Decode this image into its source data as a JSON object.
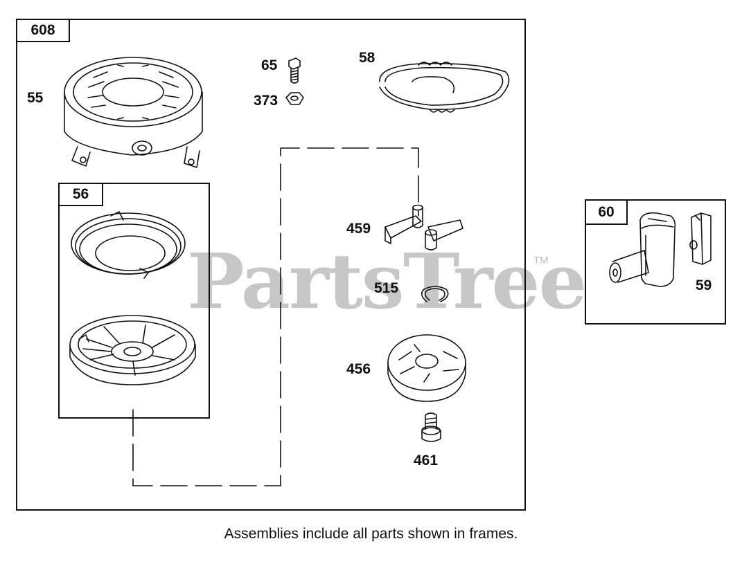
{
  "watermark": {
    "text": "PartsTree",
    "trademark": "TM"
  },
  "assemblies": [
    {
      "number": "608"
    },
    {
      "number": "56"
    },
    {
      "number": "60"
    }
  ],
  "parts": {
    "p55": "55",
    "p65": "65",
    "p373": "373",
    "p58": "58",
    "p459": "459",
    "p515": "515",
    "p456": "456",
    "p461": "461",
    "p59": "59"
  },
  "caption": "Assemblies include all parts shown in frames."
}
